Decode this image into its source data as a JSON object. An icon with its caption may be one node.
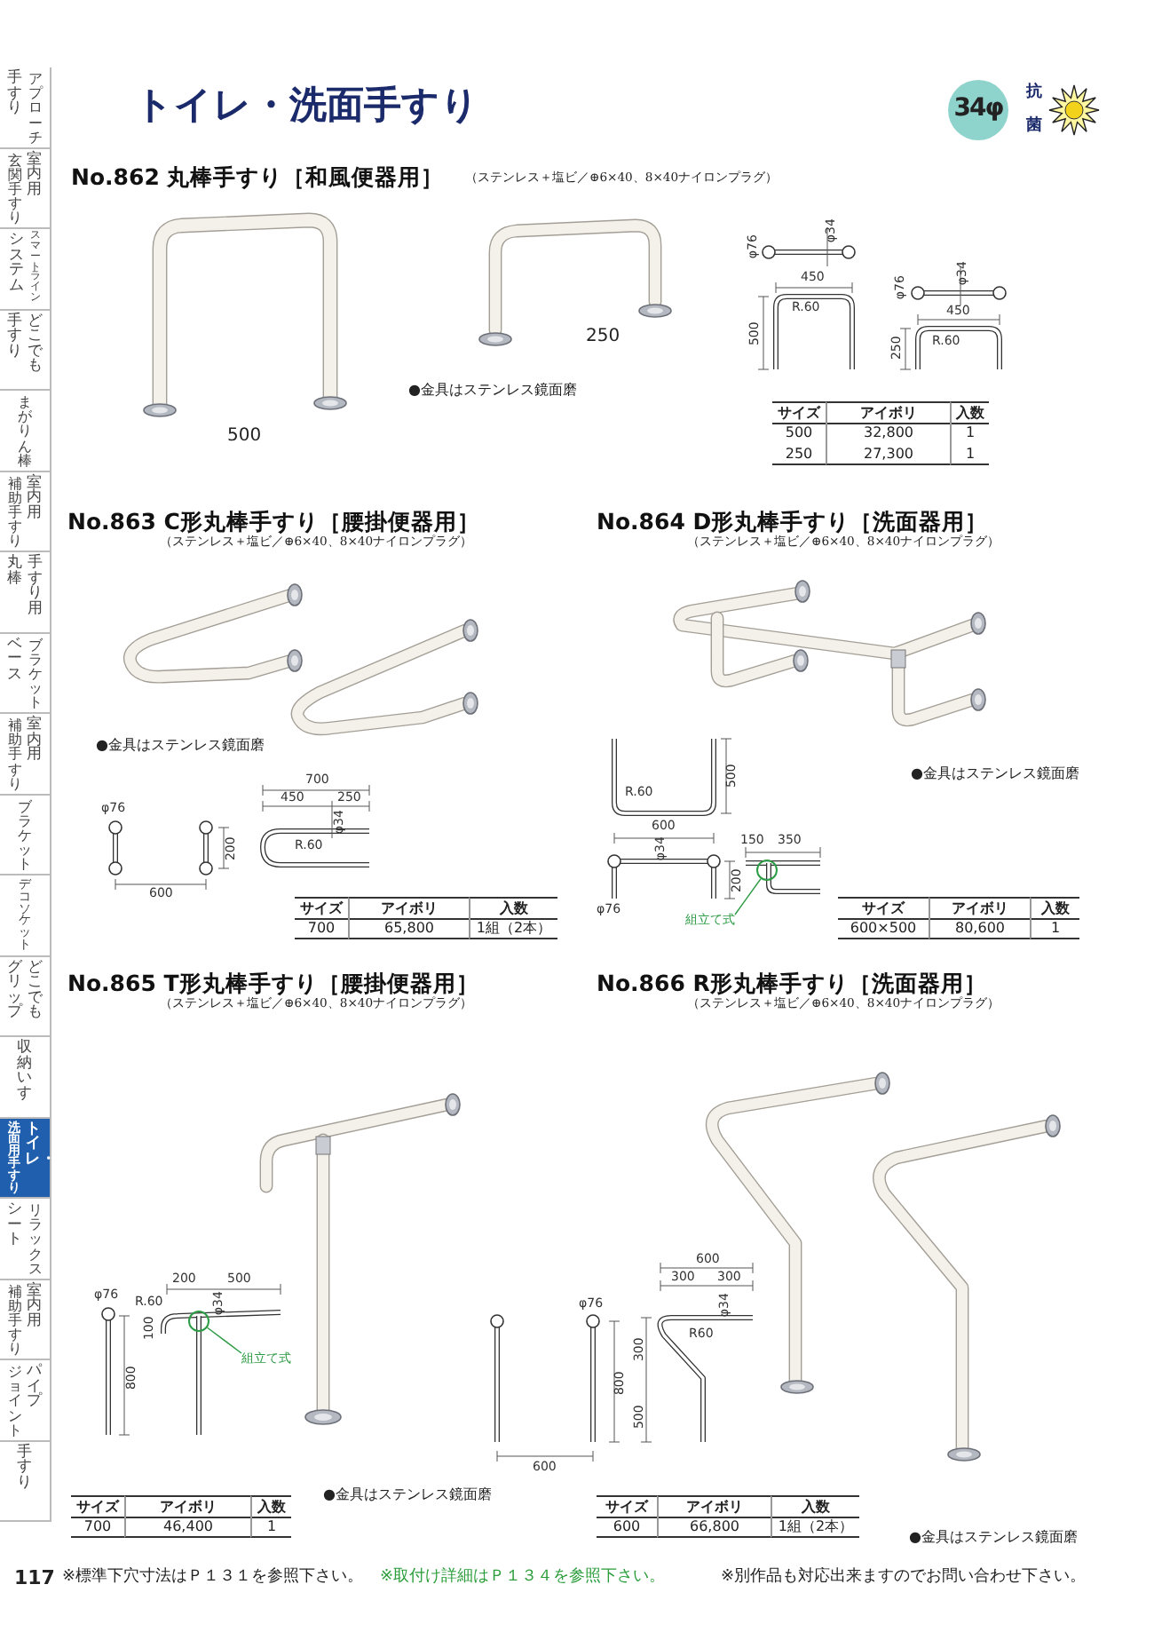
{
  "diagram": {
    "title": "トイレ・洗面手すり",
    "nodes": [
      {
        "text": [
          "34φ"
        ]
      },
      {
        "text": [
          "組立て式"
        ]
      },
      {
        "text": [],
        "shape": "circle"
      },
      {
        "text": [
          "組立て式"
        ]
      },
      {
        "text": [],
        "shape": "circle"
      }
    ],
    "edges": [
      {
        "from": 1,
        "to": 2,
        "arrow": "none"
      },
      {
        "from": 3,
        "to": 4,
        "arrow": "none"
      }
    ],
    "labels": [
      "手すり",
      "アプローチ",
      "玄関手すり",
      "室内用",
      "システム",
      "スマートライン",
      "手すり",
      "どこでも",
      "まがりん棒",
      "補助手すり",
      "室内用",
      "丸棒",
      "手すり用",
      "ベース",
      "ブラケット",
      "補助手すり",
      "室内用",
      "ブラケット",
      "デコソケット",
      "グリップ",
      "どこでも",
      "収納いす",
      "洗面用手すり",
      "トイレ・",
      "シート",
      "リラックス",
      "補助手すり",
      "室内用",
      "ジョイント",
      "パイプ",
      "手すり",
      "抗菌",
      "No.862 丸棒手すり［和風便器用］",
      "（ステンレス＋塩ビ／⊕6×40、8×40ナイロンプラグ）",
      "500",
      "250",
      "●金具はステンレス鏡面磨",
      "φ76",
      "φ34",
      "450",
      "R.60",
      "500",
      "φ76",
      "φ34",
      "450",
      "R.60",
      "250",
      "サイズ",
      "アイボリ",
      "入数",
      "500",
      "32,800",
      "1",
      "250",
      "27,300",
      "1",
      "No.863 C形丸棒手すり［腰掛便器用］",
      "（ステンレス＋塩ビ／⊕6×40、8×40ナイロンプラグ）",
      "●金具はステンレス鏡面磨",
      "φ76",
      "600",
      "200",
      "700",
      "450",
      "250",
      "φ34",
      "R.60",
      "サイズ",
      "アイボリ",
      "入数",
      "700",
      "65,800",
      "1組（2本）",
      "No.864 D形丸棒手すり［洗面器用］",
      "（ステンレス＋塩ビ／⊕6×40、8×40ナイロンプラグ）",
      "●金具はステンレス鏡面磨",
      "500",
      "R.60",
      "600",
      "φ34",
      "200",
      "φ76",
      "150",
      "350",
      "サイズ",
      "アイボリ",
      "入数",
      "600×500",
      "80,600",
      "1",
      "No.865 T形丸棒手すり［腰掛便器用］",
      "（ステンレス＋塩ビ／⊕6×40、8×40ナイロンプラグ）",
      "●金具はステンレス鏡面磨",
      "φ76",
      "R.60",
      "200",
      "500",
      "φ34",
      "100",
      "800",
      "サイズ",
      "アイボリ",
      "入数",
      "700",
      "46,400",
      "1",
      "No.866 R形丸棒手すり［洗面器用］",
      "（ステンレス＋塩ビ／⊕6×40、8×40ナイロンプラグ）",
      "φ76",
      "600",
      "300",
      "300",
      "φ34",
      "R60",
      "300",
      "800",
      "500",
      "600",
      "サイズ",
      "アイボリ",
      "入数",
      "600",
      "66,800",
      "1組（2本）",
      "●金具はステンレス鏡面磨",
      "117",
      "※標準下穴寸法はＰ１３１を参照下さい。",
      "※取付け詳細はＰ１３４を参照下さい。",
      "※別作品も対応出来ますのでお問い合わせ下さい。"
    ]
  }
}
